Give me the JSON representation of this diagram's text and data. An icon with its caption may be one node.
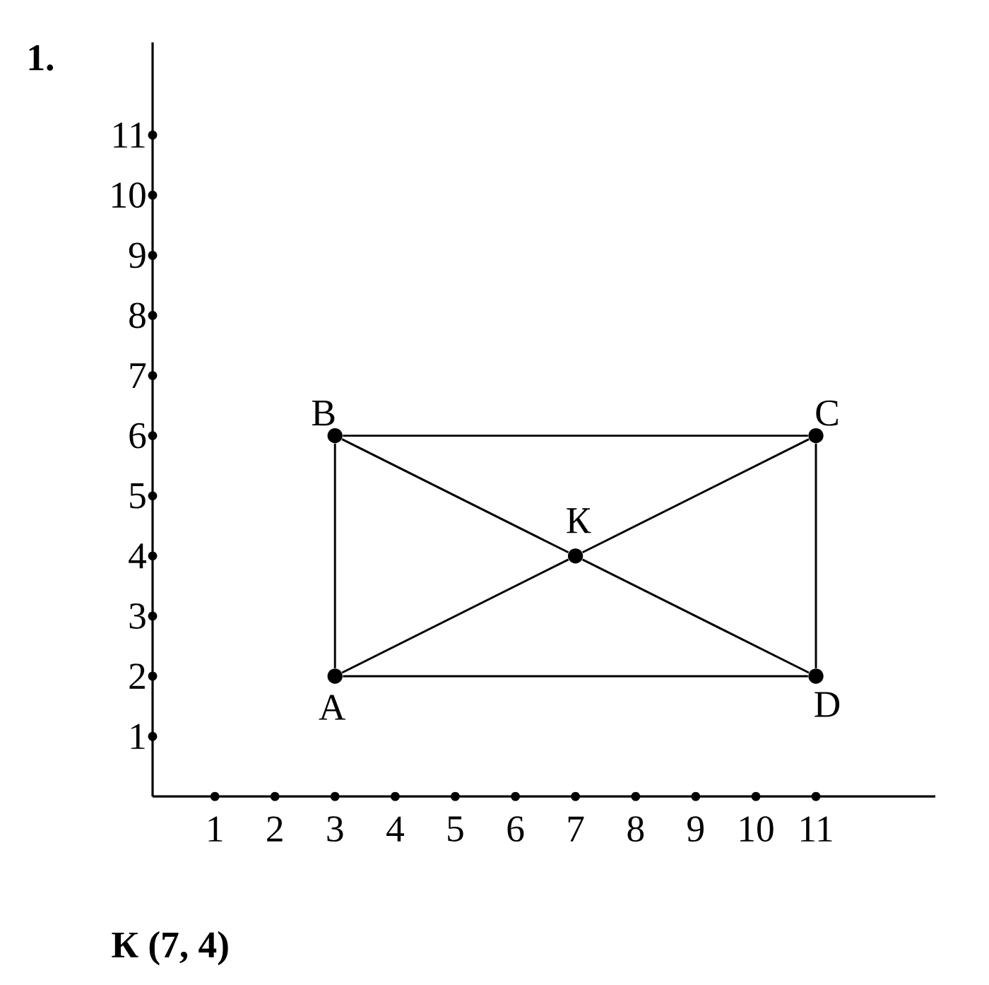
{
  "diagram": {
    "nodes": [
      {
        "text": [
          "A"
        ]
      },
      {
        "text": [
          "B"
        ]
      },
      {
        "text": [
          "C"
        ]
      },
      {
        "text": [
          "D"
        ]
      },
      {
        "text": [
          "К"
        ]
      }
    ],
    "edges": [
      {
        "from": 0,
        "to": 1,
        "arrow": "none"
      },
      {
        "from": 1,
        "to": 2,
        "arrow": "none"
      },
      {
        "from": 2,
        "to": 3,
        "arrow": "none"
      },
      {
        "from": 3,
        "to": 0,
        "arrow": "none"
      },
      {
        "from": 0,
        "to": 4,
        "arrow": "none"
      },
      {
        "from": 4,
        "to": 2,
        "arrow": "none"
      },
      {
        "from": 1,
        "to": 4,
        "arrow": "none"
      },
      {
        "from": 4,
        "to": 3,
        "arrow": "none"
      }
    ],
    "labels": [
      "1.",
      "11",
      "10",
      "9",
      "8",
      "7",
      "6",
      "5",
      "4",
      "3",
      "2",
      "1",
      "1",
      "2",
      "3",
      "4",
      "5",
      "6",
      "7",
      "8",
      "9",
      "10",
      "11",
      "К (7, 4)"
    ]
  }
}
